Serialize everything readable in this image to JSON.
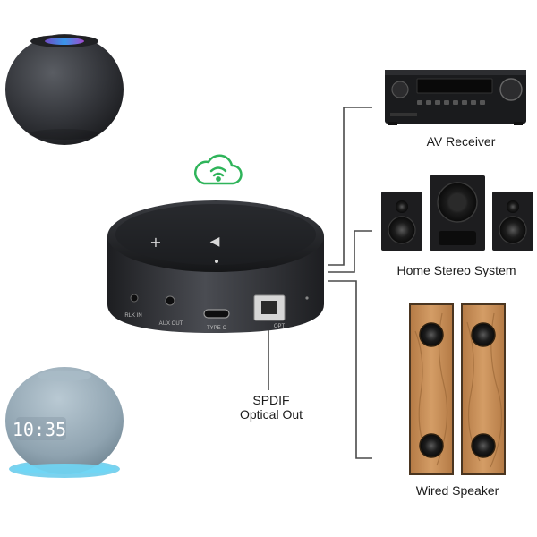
{
  "devices": {
    "receiver_label": "AV Receiver",
    "stereo_label": "Home Stereo System",
    "speaker_label": "Wired Speaker"
  },
  "adapter": {
    "buttons": {
      "plus": "+",
      "play": "◀",
      "minus": "—"
    },
    "ports": {
      "in": "RLK IN",
      "aux": "AUX OUT",
      "typec": "TYPE-C",
      "optical": "OPT"
    }
  },
  "callout": {
    "line1": "SPDIF",
    "line2": "Optical Out"
  },
  "smart_speakers": {
    "clock_display": "10:35"
  },
  "colors": {
    "wifi_icon": "#2fb45a",
    "connector_line": "#4a4a4a",
    "device_body": "#2b2d31",
    "wood": "#c88f58",
    "echo_ring": "#4fc3e8"
  }
}
